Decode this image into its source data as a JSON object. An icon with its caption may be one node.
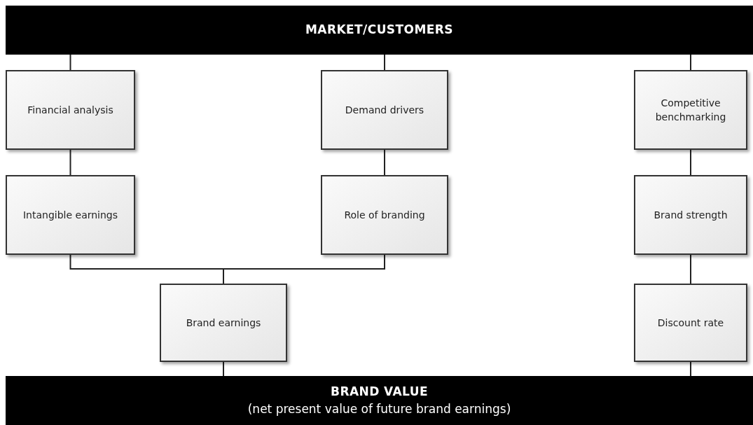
{
  "diagram": {
    "nodes": [
      {
        "text": [
          "MARKET/CUSTOMERS"
        ]
      },
      {
        "text": [
          "Financial analysis"
        ]
      },
      {
        "text": [
          "Demand drivers"
        ]
      },
      {
        "text": [
          "Competitive benchmarking"
        ]
      },
      {
        "text": [
          "Intangible earnings"
        ]
      },
      {
        "text": [
          "Role of branding"
        ]
      },
      {
        "text": [
          "Brand strength"
        ]
      },
      {
        "text": [
          "Brand earnings"
        ]
      },
      {
        "text": [
          "Discount rate"
        ]
      },
      {
        "text": [
          "BRAND VALUE",
          "(net present value of future brand earnings)"
        ]
      }
    ],
    "edges": [
      {
        "from": 0,
        "to": 1,
        "arrow": "none"
      },
      {
        "from": 0,
        "to": 2,
        "arrow": "none"
      },
      {
        "from": 0,
        "to": 3,
        "arrow": "none"
      },
      {
        "from": 1,
        "to": 4,
        "arrow": "none"
      },
      {
        "from": 2,
        "to": 5,
        "arrow": "none"
      },
      {
        "from": 3,
        "to": 6,
        "arrow": "none"
      },
      {
        "from": 4,
        "to": 7,
        "arrow": "none"
      },
      {
        "from": 5,
        "to": 7,
        "arrow": "none"
      },
      {
        "from": 6,
        "to": 8,
        "arrow": "none"
      },
      {
        "from": 7,
        "to": 9,
        "arrow": "none"
      },
      {
        "from": 8,
        "to": 9,
        "arrow": "none"
      }
    ]
  }
}
